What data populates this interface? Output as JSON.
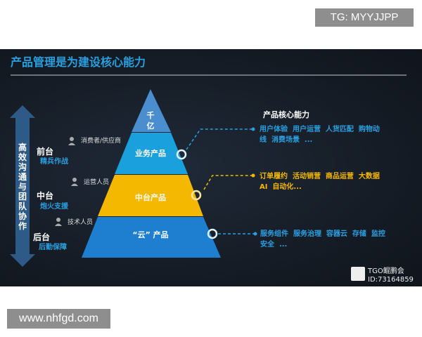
{
  "header_label": "TG: MYYJJPP",
  "footer_watermark": "www.nhfgd.com",
  "slide": {
    "title": "产品管理是为建设核心能力",
    "side_arrow_text": [
      "高",
      "效",
      "沟",
      "通",
      "与",
      "团",
      "队",
      "协",
      "作"
    ],
    "layers": [
      {
        "name": "前台",
        "sub": "精兵作战",
        "role": "消费者/供应商"
      },
      {
        "name": "中台",
        "sub": "炮火支援",
        "role": "运营人员"
      },
      {
        "name": "后台",
        "sub": "后勤保障",
        "role": "技术人员"
      }
    ],
    "pyramid": [
      {
        "label_line1": "千",
        "label_line2": "亿",
        "color": "#4a8ed0"
      },
      {
        "label": "业务产品",
        "color": "#1aa0dc"
      },
      {
        "label": "中台产品",
        "color": "#f5b800"
      },
      {
        "label": "“云” 产品",
        "color": "#1e7fd0"
      }
    ],
    "capabilities_title": "产品核心能力",
    "capabilities": [
      {
        "line1": "用户体验  用户运营  人货匹配  购物动",
        "line2": "线  消费场景  ...",
        "color": "#2a9fe0"
      },
      {
        "line1": "订单履约  活动销营  商品运营  大数据",
        "line2": "AI  自动化...",
        "color": "#f5b800"
      },
      {
        "line1": "服务组件  服务治理  容器云  存储  监控",
        "line2": "安全  ...",
        "color": "#2a9fe0"
      }
    ],
    "logo_text": "TGO鲲鹏会",
    "logo_id": "ID:73164859"
  }
}
